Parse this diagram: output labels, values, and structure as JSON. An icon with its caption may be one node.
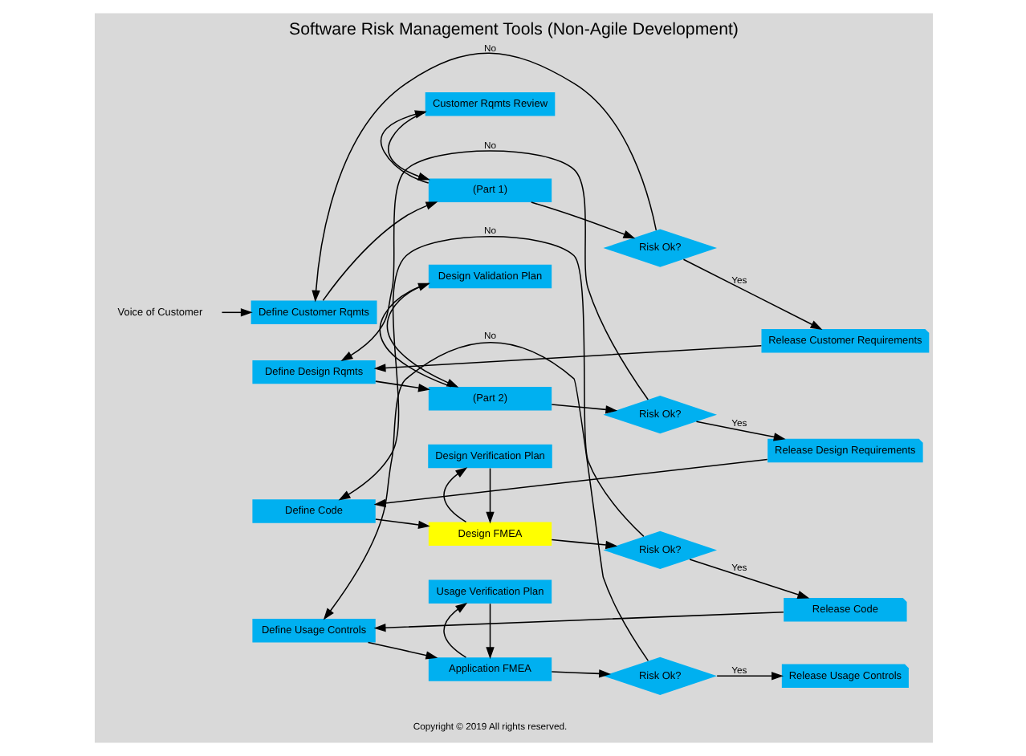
{
  "diagram": {
    "title": "Software Risk Management Tools (Non-Agile Development)",
    "caption": "Copyright © 2019 All rights reserved.",
    "nodes": [
      {
        "text": [
          "Voice of Customer"
        ]
      },
      {
        "text": [
          "Define Customer Rqmts"
        ]
      },
      {
        "text": [
          "Customer Rqmts Review"
        ]
      },
      {
        "text": [
          "(Part 1)"
        ]
      },
      {
        "text": [
          "Risk Ok?"
        ]
      },
      {
        "text": [
          "Release Customer Requirements"
        ]
      },
      {
        "text": [
          "Define Design Rqmts"
        ]
      },
      {
        "text": [
          "Design Validation Plan"
        ]
      },
      {
        "text": [
          "(Part 2)"
        ]
      },
      {
        "text": [
          "Risk Ok?"
        ]
      },
      {
        "text": [
          "Release Design Requirements"
        ]
      },
      {
        "text": [
          "Define Code"
        ]
      },
      {
        "text": [
          "Design Verification Plan"
        ]
      },
      {
        "text": [
          "Design FMEA"
        ]
      },
      {
        "text": [
          "Risk Ok?"
        ]
      },
      {
        "text": [
          "Release Code"
        ]
      },
      {
        "text": [
          "Define Usage Controls"
        ]
      },
      {
        "text": [
          "Usage Verification Plan"
        ]
      },
      {
        "text": [
          "Application FMEA"
        ]
      },
      {
        "text": [
          "Risk Ok?"
        ]
      },
      {
        "text": [
          "Release Usage Controls"
        ]
      }
    ],
    "edges": [
      {
        "from": 0,
        "to": 1,
        "arrow": "to"
      },
      {
        "from": 1,
        "to": 3,
        "arrow": "to"
      },
      {
        "from": 2,
        "to": 3,
        "arrow": "to"
      },
      {
        "from": 3,
        "to": 2,
        "arrow": "to"
      },
      {
        "from": 3,
        "to": 4,
        "arrow": "to"
      },
      {
        "from": 4,
        "to": 5,
        "label": "Yes",
        "arrow": "to"
      },
      {
        "from": 4,
        "to": 1,
        "label": "No",
        "arrow": "to"
      },
      {
        "from": 5,
        "to": 6,
        "arrow": "to"
      },
      {
        "from": 6,
        "to": 8,
        "arrow": "to"
      },
      {
        "from": 7,
        "to": 8,
        "arrow": "to"
      },
      {
        "from": 8,
        "to": 7,
        "arrow": "to"
      },
      {
        "from": 8,
        "to": 9,
        "arrow": "to"
      },
      {
        "from": 9,
        "to": 10,
        "label": "Yes",
        "arrow": "to"
      },
      {
        "from": 9,
        "to": 6,
        "label": "No",
        "arrow": "to"
      },
      {
        "from": 10,
        "to": 11,
        "arrow": "to"
      },
      {
        "from": 11,
        "to": 13,
        "arrow": "to"
      },
      {
        "from": 12,
        "to": 13,
        "arrow": "to"
      },
      {
        "from": 13,
        "to": 12,
        "arrow": "to"
      },
      {
        "from": 13,
        "to": 14,
        "arrow": "to"
      },
      {
        "from": 14,
        "to": 15,
        "label": "Yes",
        "arrow": "to"
      },
      {
        "from": 14,
        "to": 11,
        "label": "No",
        "arrow": "to"
      },
      {
        "from": 15,
        "to": 16,
        "arrow": "to"
      },
      {
        "from": 16,
        "to": 18,
        "arrow": "to"
      },
      {
        "from": 17,
        "to": 18,
        "arrow": "to"
      },
      {
        "from": 18,
        "to": 17,
        "arrow": "to"
      },
      {
        "from": 18,
        "to": 19,
        "arrow": "to"
      },
      {
        "from": 19,
        "to": 20,
        "label": "Yes",
        "arrow": "to"
      },
      {
        "from": 19,
        "to": 16,
        "label": "No",
        "arrow": "to"
      }
    ]
  }
}
